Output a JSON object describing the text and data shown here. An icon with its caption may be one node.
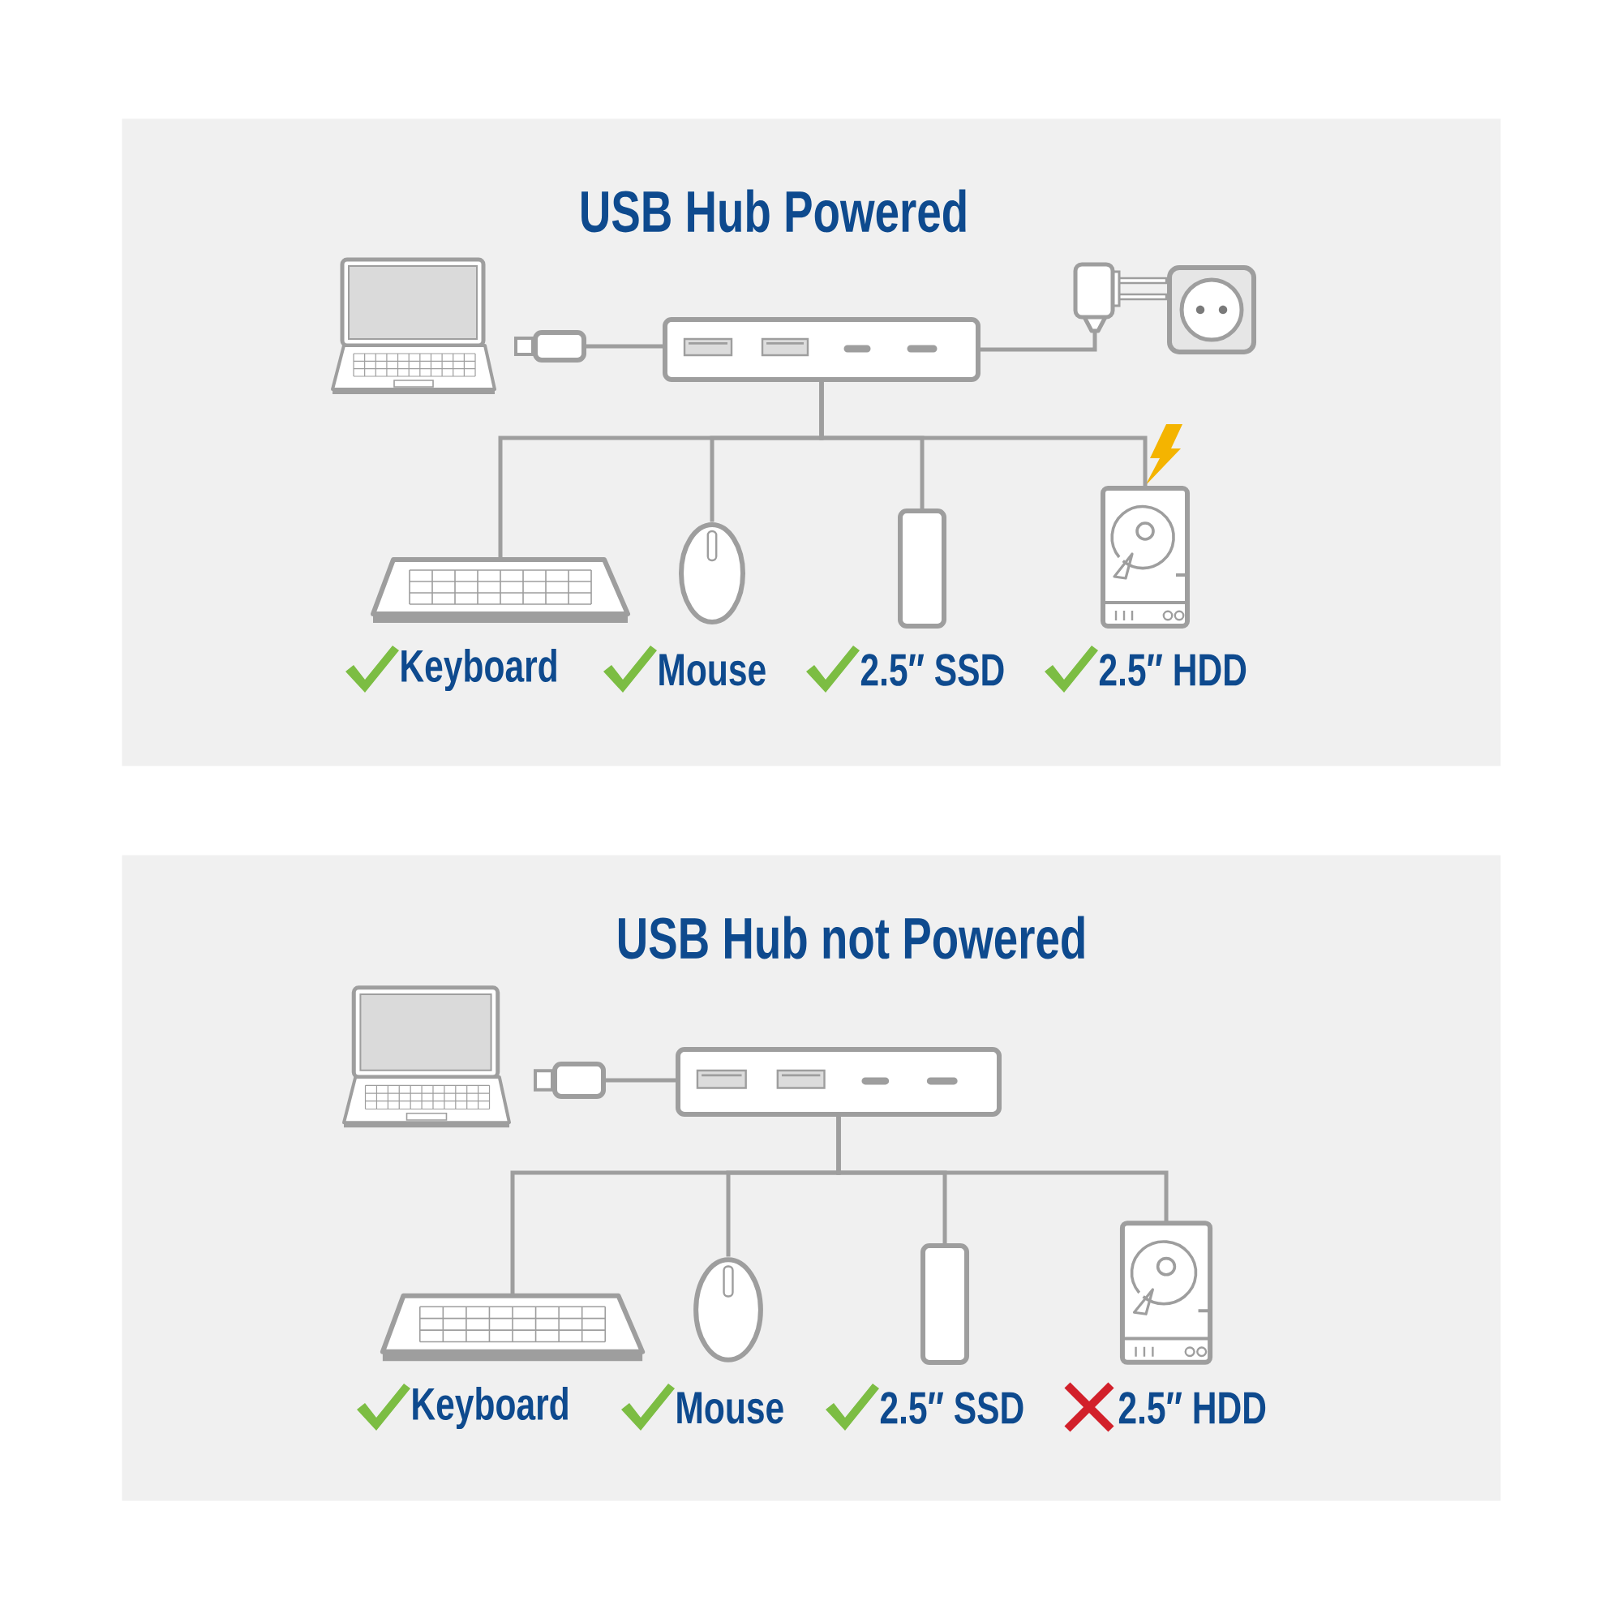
{
  "diagram": {
    "nodes": [
      {
        "text": [
          "USB Hub Powered"
        ]
      },
      {
        "text": [],
        "shape": "picture",
        "in": 0
      },
      {
        "text": [],
        "shape": "box",
        "in": 0
      },
      {
        "text": [],
        "shape": "box",
        "in": 0
      },
      {
        "text": [],
        "shape": "picture",
        "in": 0
      },
      {
        "text": [],
        "shape": "picture",
        "in": 0
      },
      {
        "text": [],
        "shape": "picture",
        "in": 0,
        "beside": [
          "Keyboard"
        ]
      },
      {
        "text": [],
        "shape": "picture",
        "in": 0,
        "beside": [
          "Mouse"
        ]
      },
      {
        "text": [],
        "shape": "box",
        "in": 0,
        "beside": [
          "2.5″ SSD"
        ]
      },
      {
        "text": [],
        "shape": "picture",
        "in": 0,
        "beside": [
          "2.5″ HDD"
        ]
      },
      {
        "text": [
          "USB Hub not Powered"
        ]
      },
      {
        "text": [],
        "shape": "picture",
        "in": 10
      },
      {
        "text": [],
        "shape": "box",
        "in": 10
      },
      {
        "text": [],
        "shape": "box",
        "in": 10
      },
      {
        "text": [],
        "shape": "picture",
        "in": 10,
        "beside": [
          "Keyboard"
        ]
      },
      {
        "text": [],
        "shape": "picture",
        "in": 10,
        "beside": [
          "Mouse"
        ]
      },
      {
        "text": [],
        "shape": "box",
        "in": 10,
        "beside": [
          "2.5″ SSD"
        ]
      },
      {
        "text": [],
        "shape": "picture",
        "in": 10,
        "beside": [
          "2.5″ HDD"
        ]
      }
    ],
    "edges": [
      {
        "from": 2,
        "to": 3,
        "arrow": "none"
      },
      {
        "from": 3,
        "to": 4,
        "arrow": "none"
      },
      {
        "from": 3,
        "to": 6,
        "arrow": "none"
      },
      {
        "from": 3,
        "to": 7,
        "arrow": "none"
      },
      {
        "from": 3,
        "to": 8,
        "arrow": "none"
      },
      {
        "from": 3,
        "to": 9,
        "arrow": "none"
      },
      {
        "from": 12,
        "to": 13,
        "arrow": "none"
      },
      {
        "from": 13,
        "to": 14,
        "arrow": "none"
      },
      {
        "from": 13,
        "to": 15,
        "arrow": "none"
      },
      {
        "from": 13,
        "to": 16,
        "arrow": "none"
      },
      {
        "from": 13,
        "to": 17,
        "arrow": "none"
      }
    ]
  }
}
